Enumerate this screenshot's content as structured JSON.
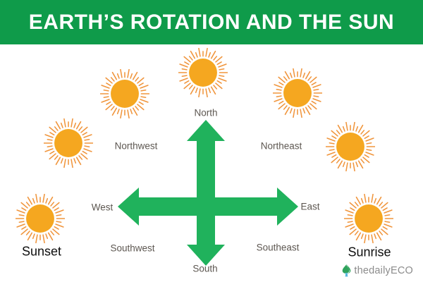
{
  "header": {
    "title": "EARTH’S ROTATION AND THE SUN"
  },
  "compass": {
    "north": "North",
    "northeast": "Northeast",
    "east": "East",
    "southeast": "Southeast",
    "south": "South",
    "southwest": "Southwest",
    "west": "West",
    "northwest": "Northwest"
  },
  "suns": {
    "sunset_label": "Sunset",
    "sunrise_label": "Sunrise"
  },
  "brand": {
    "name": "thedailyECO",
    "icon": "tree-icon"
  },
  "colors": {
    "header_bg": "#0F9B4A",
    "arrow": "#20B25C",
    "sun_disc": "#F5A720",
    "sun_ray": "#F0953C",
    "label": "#5D5751",
    "brand_text": "#8C8C8C",
    "sunset_text": "#0D0D0D",
    "title_text": "#FFFFFF"
  }
}
